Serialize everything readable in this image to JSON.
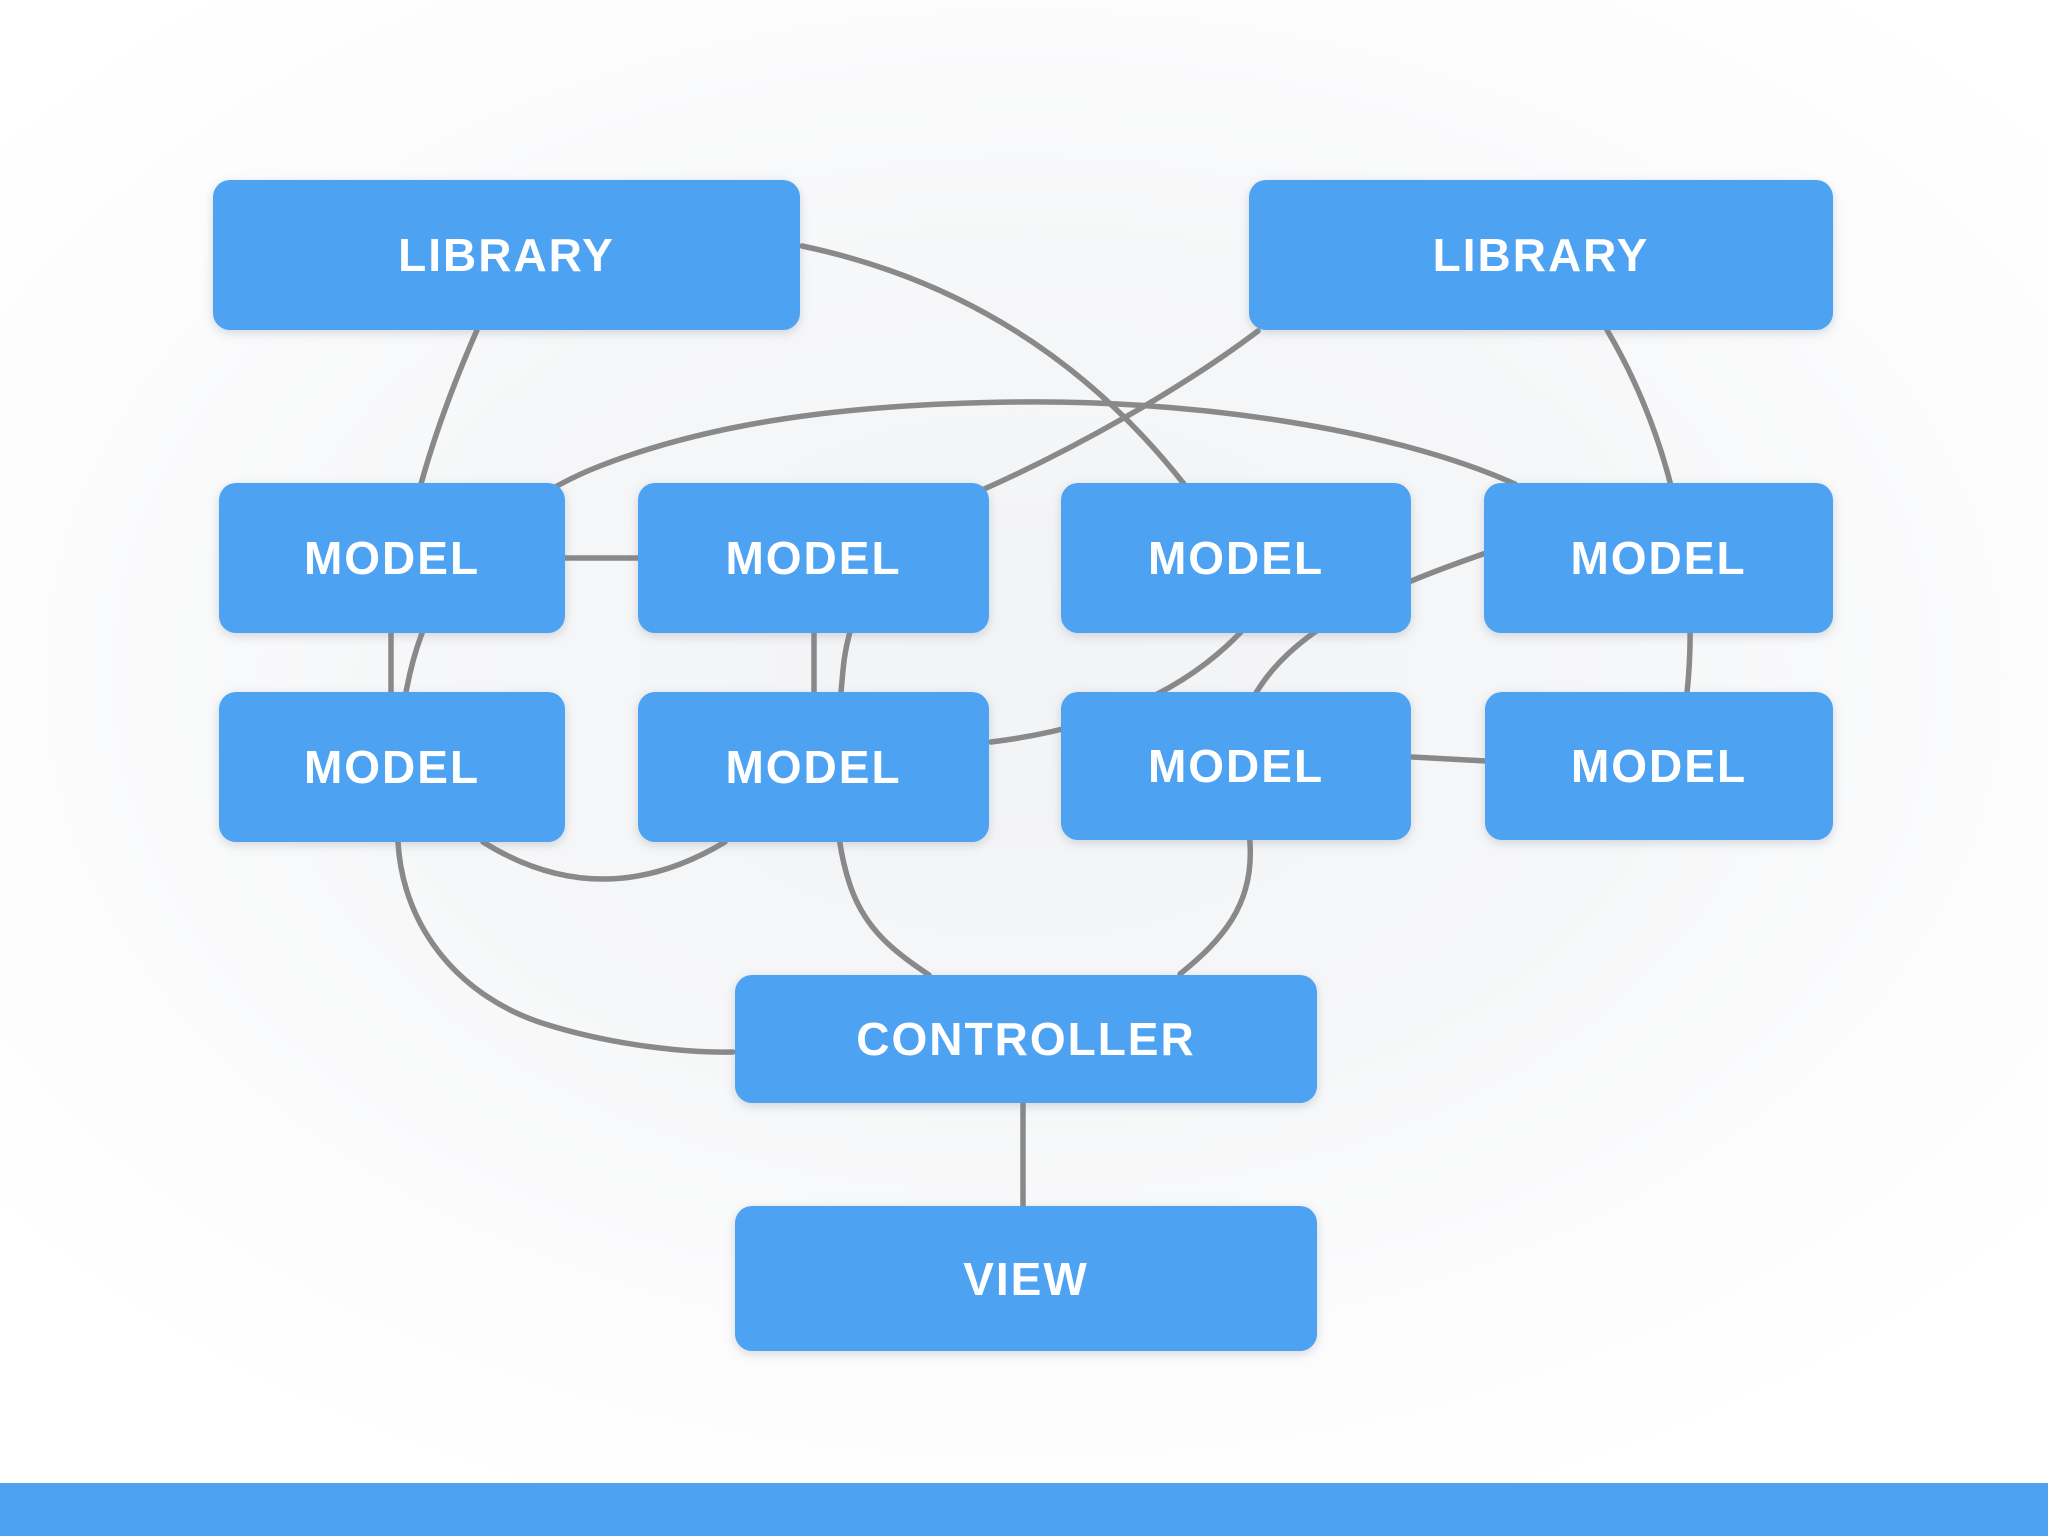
{
  "diagram": {
    "nodes": [
      {
        "id": "library-1",
        "label": "LIBRARY"
      },
      {
        "id": "library-2",
        "label": "LIBRARY"
      },
      {
        "id": "model-1",
        "label": "MODEL"
      },
      {
        "id": "model-2",
        "label": "MODEL"
      },
      {
        "id": "model-3",
        "label": "MODEL"
      },
      {
        "id": "model-4",
        "label": "MODEL"
      },
      {
        "id": "model-5",
        "label": "MODEL"
      },
      {
        "id": "model-6",
        "label": "MODEL"
      },
      {
        "id": "model-7",
        "label": "MODEL"
      },
      {
        "id": "model-8",
        "label": "MODEL"
      },
      {
        "id": "controller",
        "label": "CONTROLLER"
      },
      {
        "id": "view",
        "label": "VIEW"
      }
    ],
    "edges": [
      {
        "from": "library-1",
        "to": "model-1"
      },
      {
        "from": "library-1",
        "to": "model-3"
      },
      {
        "from": "library-2",
        "to": "model-8"
      },
      {
        "from": "library-2",
        "to": "controller",
        "via": "model-2, model-6"
      },
      {
        "from": "model-4",
        "to": "controller",
        "via": "model-1, model-5"
      },
      {
        "from": "model-4",
        "to": "controller",
        "via": "model-7"
      },
      {
        "from": "model-3",
        "to": "model-6"
      },
      {
        "from": "model-1",
        "to": "model-2"
      },
      {
        "from": "model-1",
        "to": "model-5"
      },
      {
        "from": "model-2",
        "to": "model-6"
      },
      {
        "from": "model-7",
        "to": "model-8"
      },
      {
        "from": "model-5",
        "to": "model-6"
      },
      {
        "from": "controller",
        "to": "view"
      }
    ]
  },
  "colors": {
    "node_fill": "#4DA2F2",
    "edge_stroke": "#898989",
    "bar_fill": "#4DA2F2",
    "background": "#F5F6F7",
    "label_text": "#FFFFFF"
  }
}
